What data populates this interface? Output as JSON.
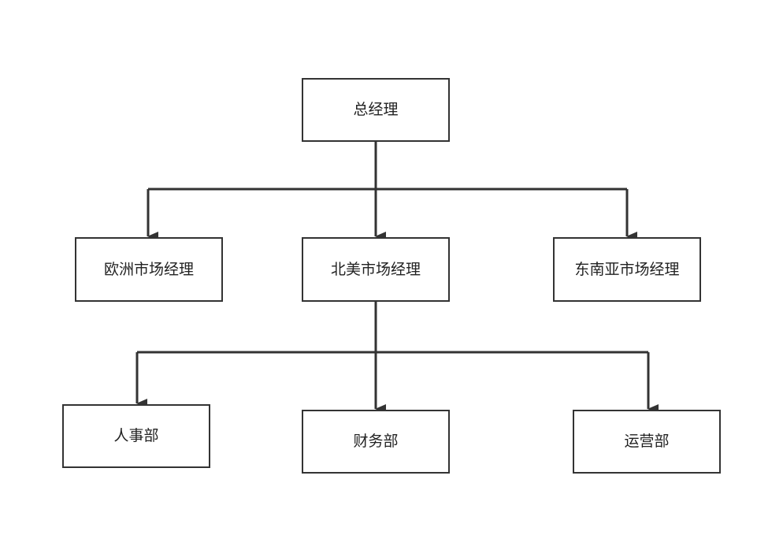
{
  "diagram": {
    "nodes": {
      "general_manager": "总经理",
      "europe_market_manager": "欧洲市场经理",
      "north_america_market_manager": "北美市场经理",
      "southeast_asia_market_manager": "东南亚市场经理",
      "hr_department": "人事部",
      "finance_department": "财务部",
      "operations_department": "运营部"
    },
    "edges": [
      {
        "from": "general_manager",
        "to": "europe_market_manager"
      },
      {
        "from": "general_manager",
        "to": "north_america_market_manager"
      },
      {
        "from": "general_manager",
        "to": "southeast_asia_market_manager"
      },
      {
        "from": "north_america_market_manager",
        "to": "hr_department"
      },
      {
        "from": "north_america_market_manager",
        "to": "finance_department"
      },
      {
        "from": "north_america_market_manager",
        "to": "operations_department"
      }
    ],
    "colors": {
      "stroke": "#333333",
      "text": "#222222",
      "background": "#ffffff"
    }
  }
}
